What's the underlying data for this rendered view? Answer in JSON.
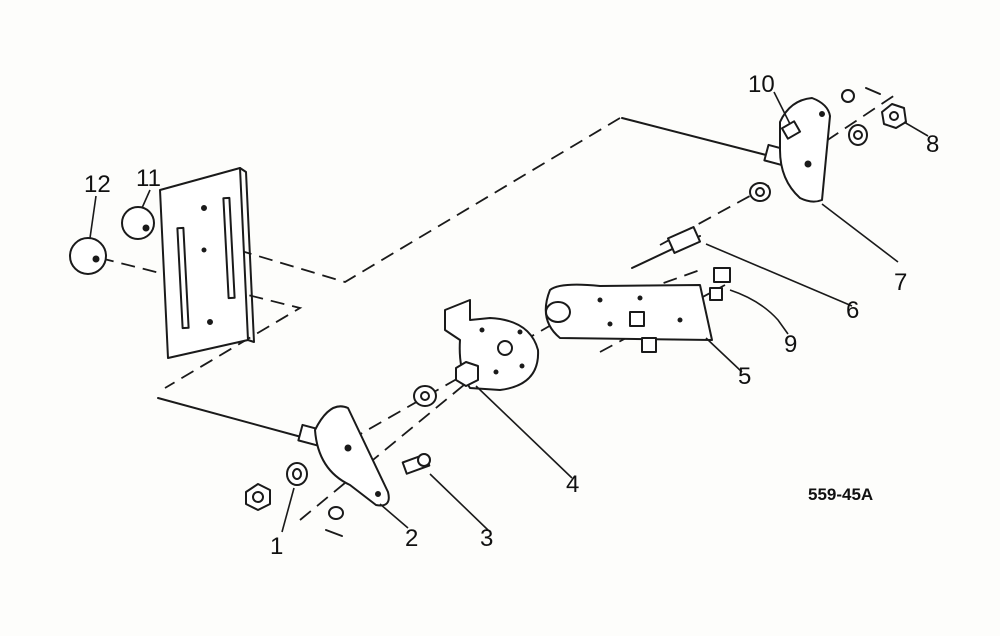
{
  "callouts": [
    {
      "id": "1",
      "part": "nut"
    },
    {
      "id": "2",
      "part": "lever-lower"
    },
    {
      "id": "3",
      "part": "stud"
    },
    {
      "id": "4",
      "part": "bracket-plate"
    },
    {
      "id": "5",
      "part": "bracket"
    },
    {
      "id": "6",
      "part": "bolt"
    },
    {
      "id": "7",
      "part": "lever-upper"
    },
    {
      "id": "8",
      "part": "nut-upper"
    },
    {
      "id": "9",
      "part": "clip"
    },
    {
      "id": "10",
      "part": "pin"
    },
    {
      "id": "11",
      "part": "knob-small"
    },
    {
      "id": "12",
      "part": "knob-large"
    }
  ],
  "drawing_ref": "559-45A"
}
